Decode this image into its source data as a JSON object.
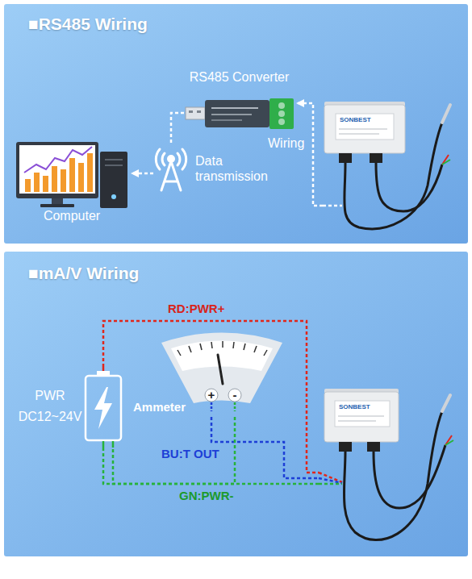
{
  "diagram": {
    "nodes": [
      {
        "text": [
          "■RS485 Wiring"
        ]
      },
      {
        "text": [
          "Computer"
        ],
        "in": 0
      },
      {
        "text": [
          "Data transmission"
        ],
        "in": 0
      },
      {
        "text": [
          "RS485 Converter"
        ],
        "in": 0
      },
      {
        "text": [
          "SONBEST"
        ],
        "in": 0
      },
      {
        "text": [
          "■mA/V Wiring"
        ]
      },
      {
        "text": [
          "PWR",
          "DC12~24V"
        ],
        "in": 5
      },
      {
        "text": [
          "Ammeter"
        ],
        "in": 5
      },
      {
        "text": [
          "SONBEST"
        ],
        "in": 5
      }
    ],
    "edges": [
      {
        "from": 4,
        "to": 3,
        "arrow": "to",
        "label": "Wiring"
      },
      {
        "from": 3,
        "to": 2,
        "arrow": "none"
      },
      {
        "from": 2,
        "to": 1,
        "arrow": "to"
      },
      {
        "from": 6,
        "to": 8,
        "arrow": "none",
        "label": "RD:PWR+"
      },
      {
        "from": 7,
        "to": 8,
        "arrow": "none",
        "label": "BU:T OUT"
      },
      {
        "from": 6,
        "to": 8,
        "arrow": "none",
        "label": "GN:PWR-"
      },
      {
        "from": 7,
        "to": 6,
        "arrow": "none"
      }
    ],
    "labels": [
      "+",
      "-"
    ]
  }
}
